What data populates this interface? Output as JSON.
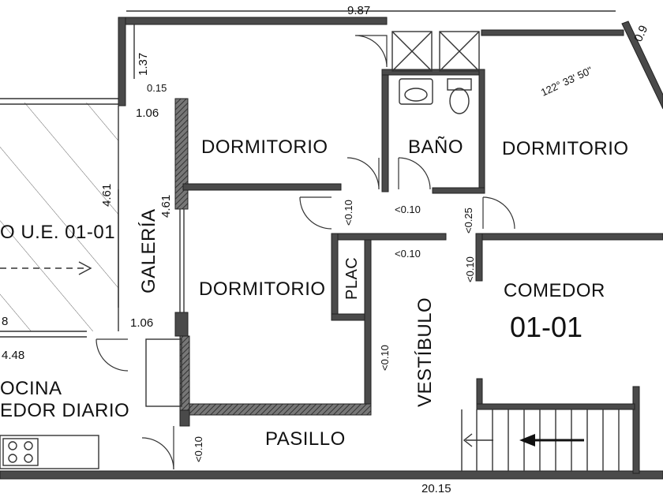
{
  "plan": {
    "dimensions": {
      "top_total": "9.87",
      "top_right_partial": "0.9",
      "angle": "122° 33' 50\"",
      "left_vertical_small": "1.37",
      "left_offset": "0.15",
      "gallery_top": "1.06",
      "gallery_bottom": "1.06",
      "left_outer_height": "4.61",
      "gallery_height": "4.61",
      "left_partial_8": "8",
      "left_width": "4.48",
      "bottom_total": "20.15",
      "wall_010_a": "<0.10",
      "wall_010_b": "<0.10",
      "wall_010_c": "<0.10",
      "wall_010_d": "<0.10",
      "wall_010_e": "<0.10",
      "wall_010_f": "<0.10",
      "wall_025": "<0.25"
    },
    "rooms": {
      "dormitorio_1": "DORMITORIO",
      "bano": "BAÑO",
      "dormitorio_2": "DORMITORIO",
      "dormitorio_3": "DORMITORIO",
      "galeria": "GALERÍA",
      "plac": "PLAC",
      "vestibulo": "VESTÍBULO",
      "comedor": "COMEDOR",
      "unit_code": "01-01",
      "pasillo": "PASILLO",
      "neighbor_unit": "O U.E. 01-01",
      "cocina": "OCINA",
      "comedor_diario": "EDOR DIARIO"
    }
  }
}
